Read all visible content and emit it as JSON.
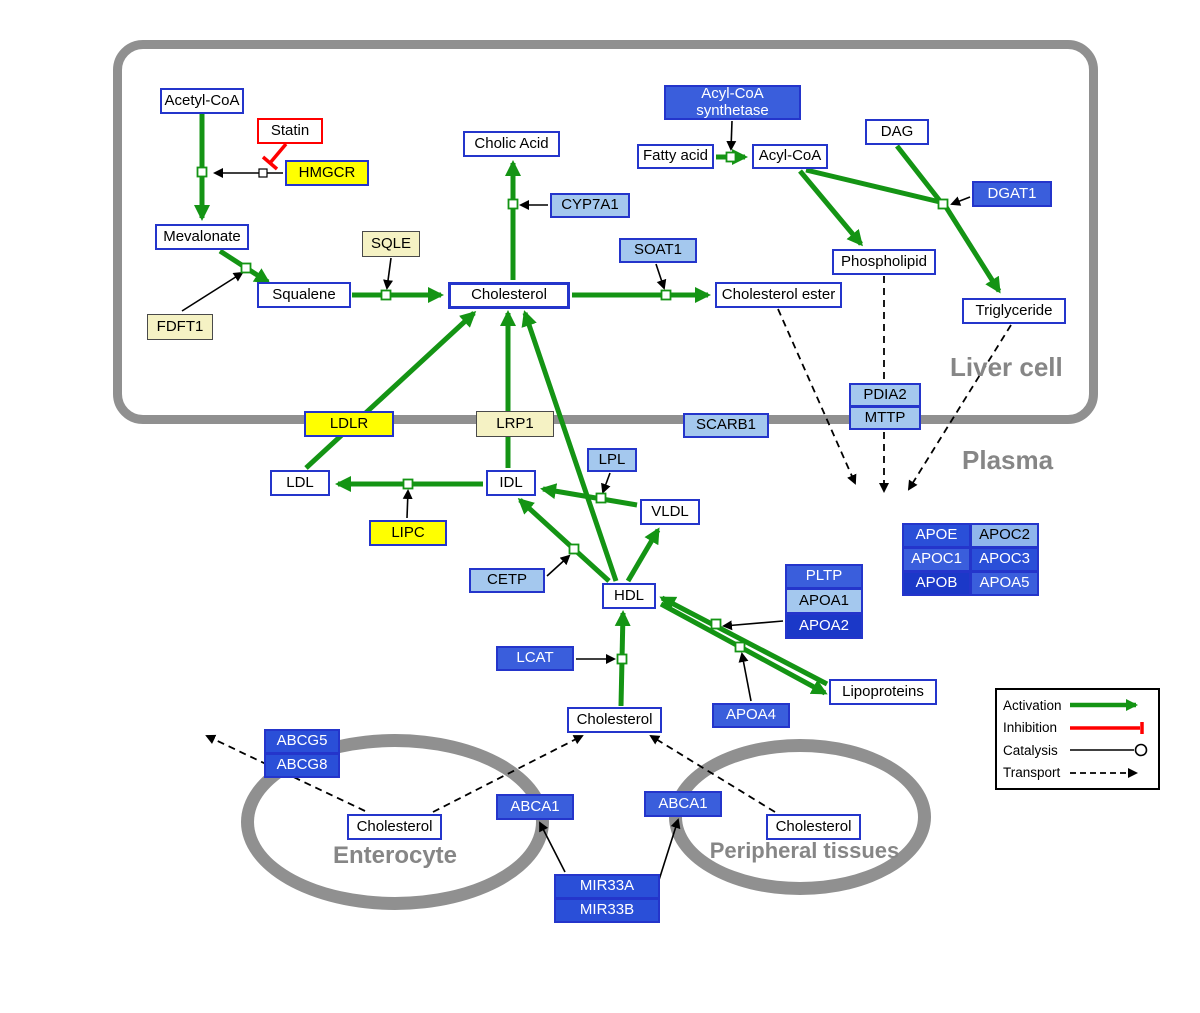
{
  "regions": {
    "liver": "Liver cell",
    "plasma": "Plasma",
    "enterocyte": "Enterocyte",
    "peripheral": "Peripheral tissues"
  },
  "legend": {
    "activation": "Activation",
    "inhibition": "Inhibition",
    "catalysis": "Catalysis",
    "transport": "Transport"
  },
  "colors": {
    "activation": "#149414",
    "inhibition": "#ff0000",
    "catalysis": "#000000",
    "transport": "#000000",
    "gene_blue": "#3a5edc",
    "gene_light_blue": "#a4c8ee",
    "gene_yellow": "#ffff00",
    "gene_pale_yellow": "#f5f2c4",
    "metabolite_border": "#2435cb",
    "membrane_gray": "#909090"
  },
  "nodes": {
    "acetyl_coa": {
      "label": "Acetyl-CoA"
    },
    "statin": {
      "label": "Statin"
    },
    "hmgcr": {
      "label": "HMGCR"
    },
    "mevalonate": {
      "label": "Mevalonate"
    },
    "sqle": {
      "label": "SQLE"
    },
    "fdft1": {
      "label": "FDFT1"
    },
    "squalene": {
      "label": "Squalene"
    },
    "cholesterol_liver": {
      "label": "Cholesterol"
    },
    "cholic_acid": {
      "label": "Cholic Acid"
    },
    "cyp7a1": {
      "label": "CYP7A1"
    },
    "soat1": {
      "label": "SOAT1"
    },
    "cholesterol_ester": {
      "label": "Cholesterol ester"
    },
    "acyl_coa_synthetase": {
      "label": "Acyl-CoA synthetase"
    },
    "fatty_acid": {
      "label": "Fatty acid"
    },
    "acyl_coa": {
      "label": "Acyl-CoA"
    },
    "dag": {
      "label": "DAG"
    },
    "dgat1": {
      "label": "DGAT1"
    },
    "phospholipid": {
      "label": "Phospholipid"
    },
    "triglyceride": {
      "label": "Triglyceride"
    },
    "pdia2": {
      "label": "PDIA2"
    },
    "mttp": {
      "label": "MTTP"
    },
    "ldlr": {
      "label": "LDLR"
    },
    "lrp1": {
      "label": "LRP1"
    },
    "scarb1": {
      "label": "SCARB1"
    },
    "ldl": {
      "label": "LDL"
    },
    "idl": {
      "label": "IDL"
    },
    "lpl": {
      "label": "LPL"
    },
    "vldl": {
      "label": "VLDL"
    },
    "lipc": {
      "label": "LIPC"
    },
    "cetp": {
      "label": "CETP"
    },
    "hdl": {
      "label": "HDL"
    },
    "lcat": {
      "label": "LCAT"
    },
    "pltp": {
      "label": "PLTP"
    },
    "apoa1": {
      "label": "APOA1"
    },
    "apoa2": {
      "label": "APOA2"
    },
    "apoa4": {
      "label": "APOA4"
    },
    "lipoproteins": {
      "label": "Lipoproteins"
    },
    "apoe": {
      "label": "APOE"
    },
    "apoc2": {
      "label": "APOC2"
    },
    "apoc1": {
      "label": "APOC1"
    },
    "apoc3": {
      "label": "APOC3"
    },
    "apob": {
      "label": "APOB"
    },
    "apoa5": {
      "label": "APOA5"
    },
    "cholesterol_plasma": {
      "label": "Cholesterol"
    },
    "abcg5": {
      "label": "ABCG5"
    },
    "abcg8": {
      "label": "ABCG8"
    },
    "cholesterol_enterocyte": {
      "label": "Cholesterol"
    },
    "abca1_enterocyte": {
      "label": "ABCA1"
    },
    "abca1_peripheral": {
      "label": "ABCA1"
    },
    "cholesterol_peripheral": {
      "label": "Cholesterol"
    },
    "mir33a": {
      "label": "MIR33A"
    },
    "mir33b": {
      "label": "MIR33B"
    }
  }
}
